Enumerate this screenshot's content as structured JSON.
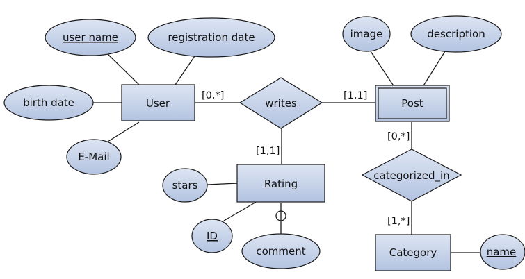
{
  "entities": {
    "user": "User",
    "post": "Post",
    "rating": "Rating",
    "category": "Category"
  },
  "relationships": {
    "writes": "writes",
    "categorized_in": "categorized_in"
  },
  "attributes": {
    "user_name": "user name",
    "registration_date": "registration date",
    "birth_date": "birth date",
    "email": "E-Mail",
    "image": "image",
    "description": "description",
    "stars": "stars",
    "id": "ID",
    "comment": "comment",
    "name": "name"
  },
  "cardinalities": {
    "user_writes": "[0,*]",
    "writes_post": "[1,1]",
    "writes_rating": "[1,1]",
    "post_categorized": "[0,*]",
    "categorized_category": "[1,*]"
  },
  "colors": {
    "fill": "#c3d0e8",
    "stroke": "#1a1a1a"
  }
}
